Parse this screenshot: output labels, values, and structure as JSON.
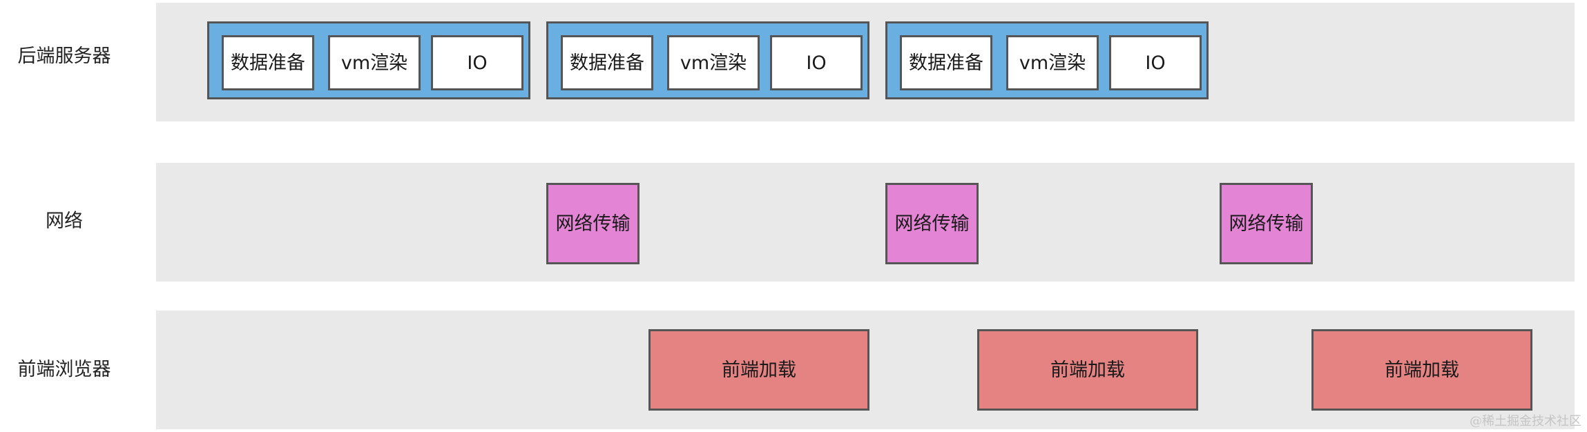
{
  "lanes": [
    {
      "label": "后端服务器"
    },
    {
      "label": "网络"
    },
    {
      "label": "前端浏览器"
    }
  ],
  "server": {
    "groups": [
      {
        "stages": [
          "数据准备",
          "vm渲染",
          "IO"
        ]
      },
      {
        "stages": [
          "数据准备",
          "vm渲染",
          "IO"
        ]
      },
      {
        "stages": [
          "数据准备",
          "vm渲染",
          "IO"
        ]
      }
    ]
  },
  "network": {
    "items": [
      "网络传输",
      "网络传输",
      "网络传输"
    ]
  },
  "frontend": {
    "items": [
      "前端加载",
      "前端加载",
      "前端加载"
    ]
  },
  "colors": {
    "lane_bg": "#e8e9e8",
    "server_group": "#6aafe2",
    "stage_box": "#ffffff",
    "network_box": "#e384d4",
    "frontend_box": "#e58383",
    "border": "#555555"
  },
  "watermark": "@稀土掘金技术社区"
}
